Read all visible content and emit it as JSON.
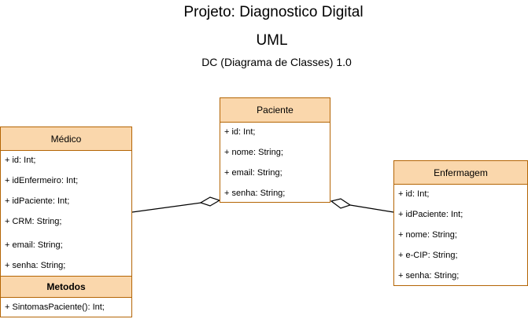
{
  "header": {
    "project_title": "Projeto: Diagnostico Digital",
    "diagram_kind": "UML",
    "diagram_version": "DC (Diagrama de Classes) 1.0"
  },
  "classes": {
    "medico": {
      "name": "Médico",
      "attributes": [
        "+ id: Int;",
        "+ idEnfermeiro: Int;",
        "+ idPaciente: Int;",
        "+ CRM: String;",
        "+ email: String;",
        "+ senha: String;"
      ],
      "methods_title": "Metodos",
      "methods": [
        "+ SintomasPaciente(): Int;"
      ]
    },
    "paciente": {
      "name": "Paciente",
      "attributes": [
        "+ id: Int;",
        "+ nome: String;",
        "+ email: String;",
        "+ senha: String;"
      ]
    },
    "enfermagem": {
      "name": "Enfermagem",
      "attributes": [
        "+ id: Int;",
        "+ idPaciente: Int;",
        "+ nome: String;",
        "+ e-CIP: String;",
        "+ senha: String;"
      ]
    }
  },
  "relations": [
    {
      "from": "Médico",
      "to": "Paciente",
      "kind": "aggregation"
    },
    {
      "from": "Enfermagem",
      "to": "Paciente",
      "kind": "aggregation"
    }
  ],
  "colors": {
    "class_header_fill": "#fad7ac",
    "class_border": "#b46504",
    "line": "#000000"
  }
}
